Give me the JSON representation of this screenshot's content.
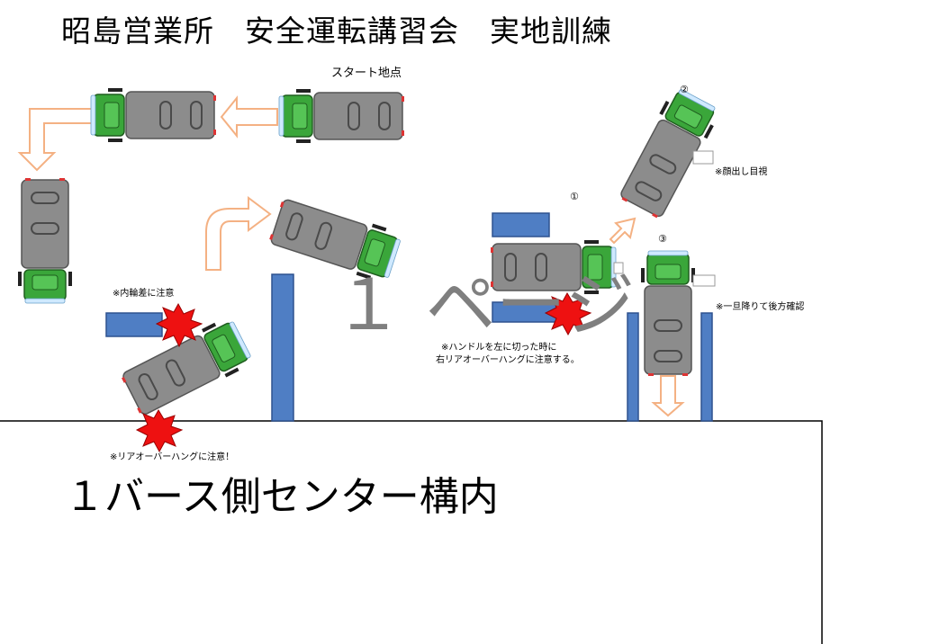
{
  "title": "昭島営業所　安全運転講習会　実地訓練",
  "start_label": "スタート地点",
  "watermark": "１ ページ",
  "building_label": "１バース側センター構内",
  "notes": {
    "inner_wheel": "※内輪差に注意",
    "rear_overhang": "※リアオーバーハングに注意！",
    "handle_left_line1": "※ハンドルを左に切った時に",
    "handle_left_line2": "右リアオーバーハングに注意する。",
    "face_out": "※顔出し目視",
    "stop_check": "※一旦降りて後方確認"
  },
  "step_numbers": [
    "①",
    "②",
    "③"
  ],
  "colors": {
    "truck_body": "#8c8c8c",
    "truck_cab": "#3aa63a",
    "pillar": "#4f7ec4",
    "arrow": "#f4b183",
    "hazard": "#ee1111"
  }
}
